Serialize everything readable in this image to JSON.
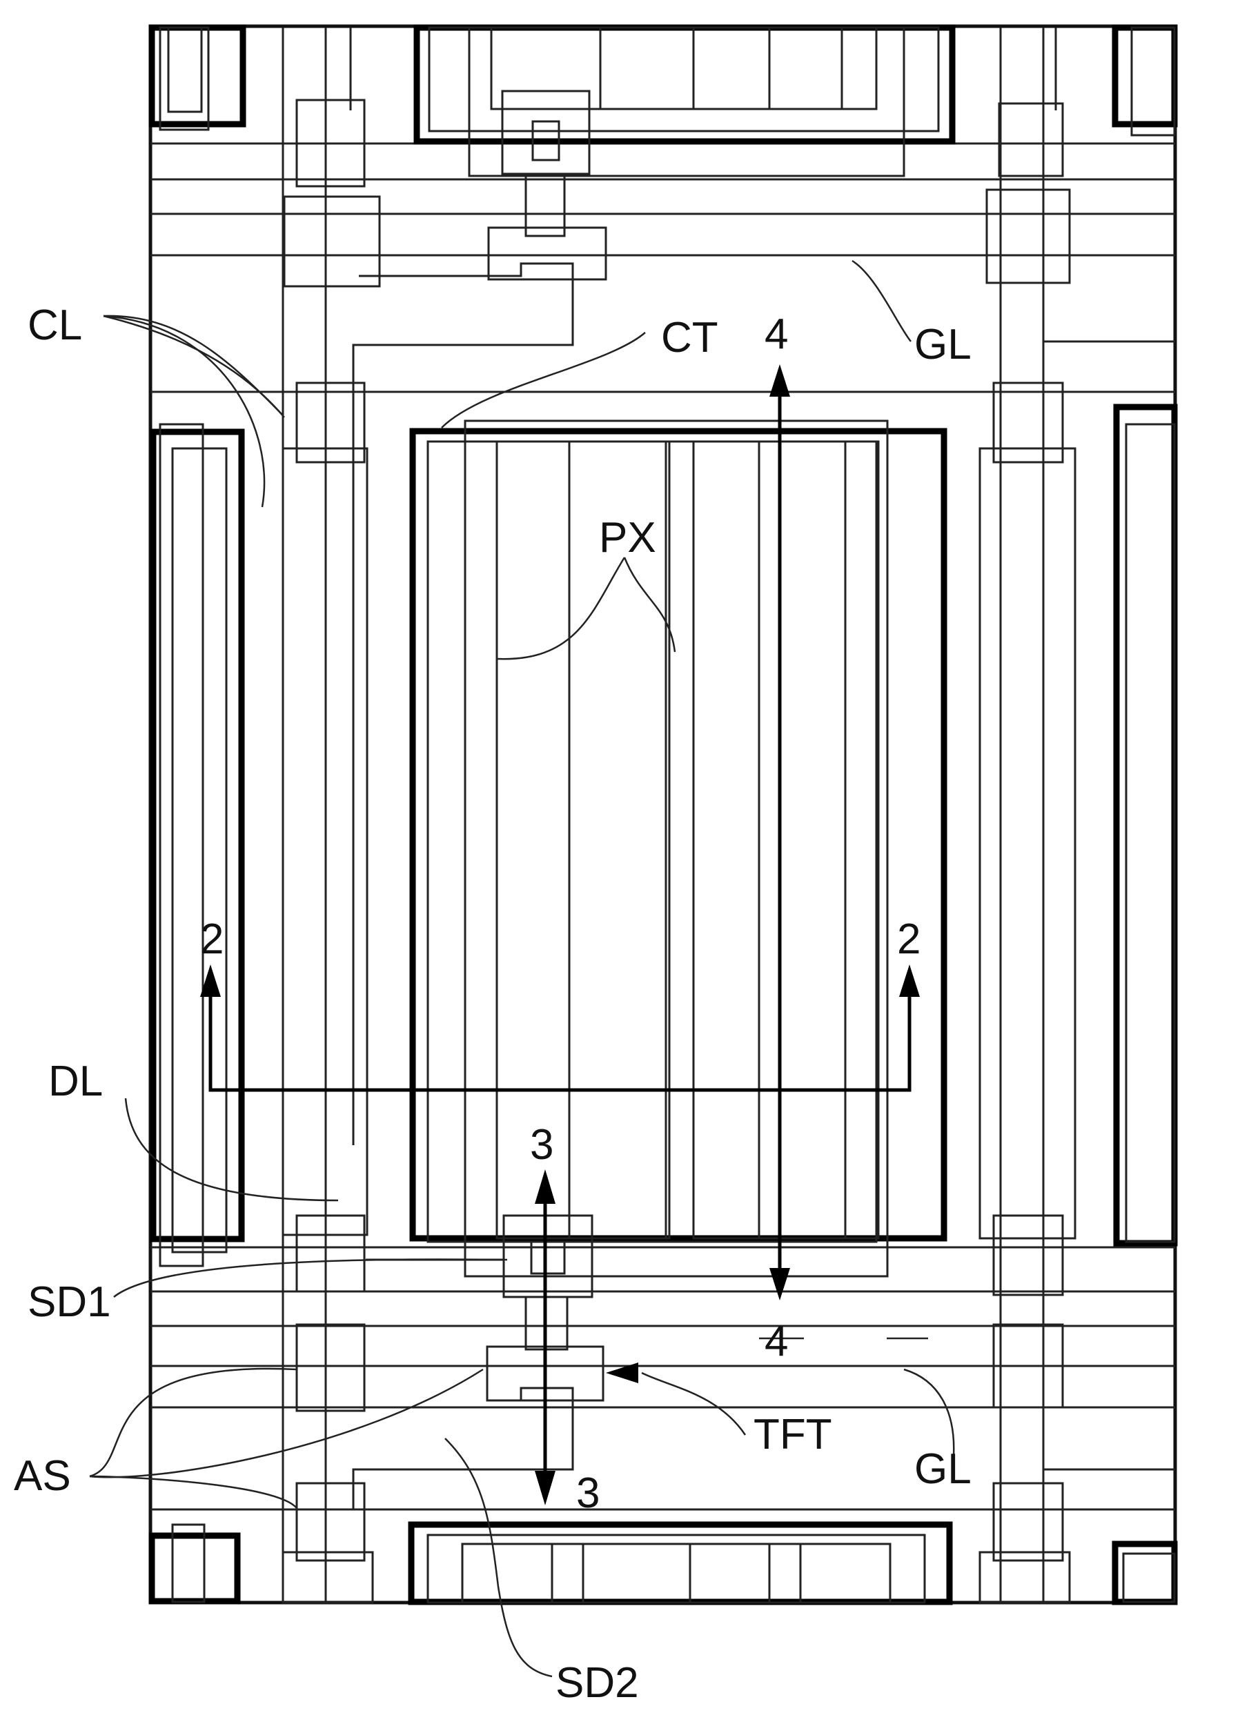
{
  "labels": {
    "cl": "CL",
    "ct": "CT",
    "gl_top": "GL",
    "gl_bottom": "GL",
    "px": "PX",
    "dl": "DL",
    "sd1": "SD1",
    "sd2": "SD2",
    "as": "AS",
    "tft": "TFT",
    "section_2_left": "2",
    "section_2_right": "2",
    "section_3_top": "3",
    "section_3_bottom": "3",
    "section_4_top": "4",
    "section_4_bottom": "4"
  },
  "colors": {
    "line": "#222222",
    "background": "#ffffff"
  }
}
